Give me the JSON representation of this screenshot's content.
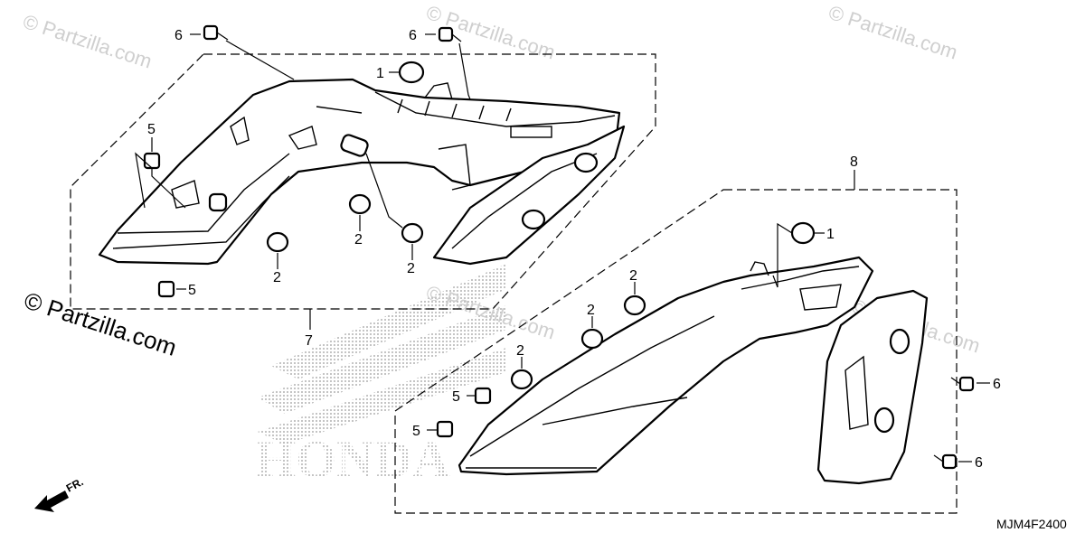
{
  "watermarks": {
    "small": "© Partzilla.com",
    "large_line1": "© Partzilla.com"
  },
  "callouts": {
    "c1a": "1",
    "c1b": "1",
    "c2a": "2",
    "c2b": "2",
    "c2c": "2",
    "c2d": "2",
    "c2e": "2",
    "c2f": "2",
    "c5a": "5",
    "c5b": "5",
    "c5c": "5",
    "c5d": "5",
    "c6a": "6",
    "c6b": "6",
    "c6c": "6",
    "c6d": "6",
    "c7": "7",
    "c8": "8"
  },
  "logo_text": "HONDA",
  "front_label": "FR.",
  "diagram_code": "MJM4F2400",
  "colors": {
    "ink": "#000000",
    "watermark": "#cfcfcf",
    "logo_dots": "#9a9a9a"
  },
  "icons": [
    "front-arrow-icon"
  ]
}
